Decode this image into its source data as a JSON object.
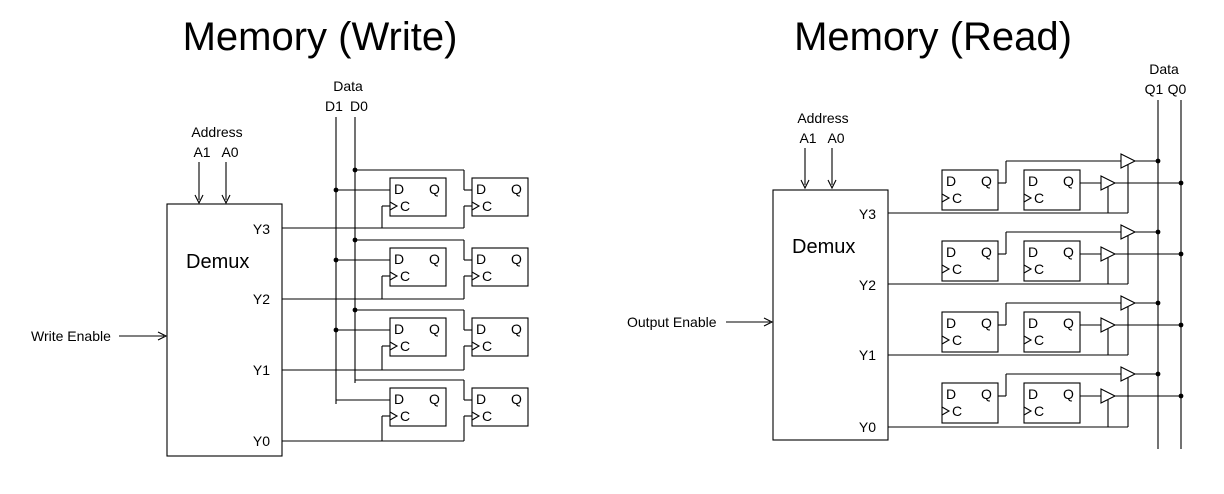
{
  "write_panel": {
    "title": "Memory (Write)",
    "data_label": "Data",
    "data_pins": [
      "D1",
      "D0"
    ],
    "address_label": "Address",
    "address_pins": [
      "A1",
      "A0"
    ],
    "demux_label": "Demux",
    "outputs": [
      "Y3",
      "Y2",
      "Y1",
      "Y0"
    ],
    "control_label": "Write Enable"
  },
  "read_panel": {
    "title": "Memory (Read)",
    "data_label": "Data",
    "data_pins": [
      "Q1",
      "Q0"
    ],
    "address_label": "Address",
    "address_pins": [
      "A1",
      "A0"
    ],
    "demux_label": "Demux",
    "outputs": [
      "Y3",
      "Y2",
      "Y1",
      "Y0"
    ],
    "control_label": "Output Enable"
  },
  "flipflop": {
    "d_label": "D",
    "q_label": "Q",
    "c_label": "C"
  }
}
